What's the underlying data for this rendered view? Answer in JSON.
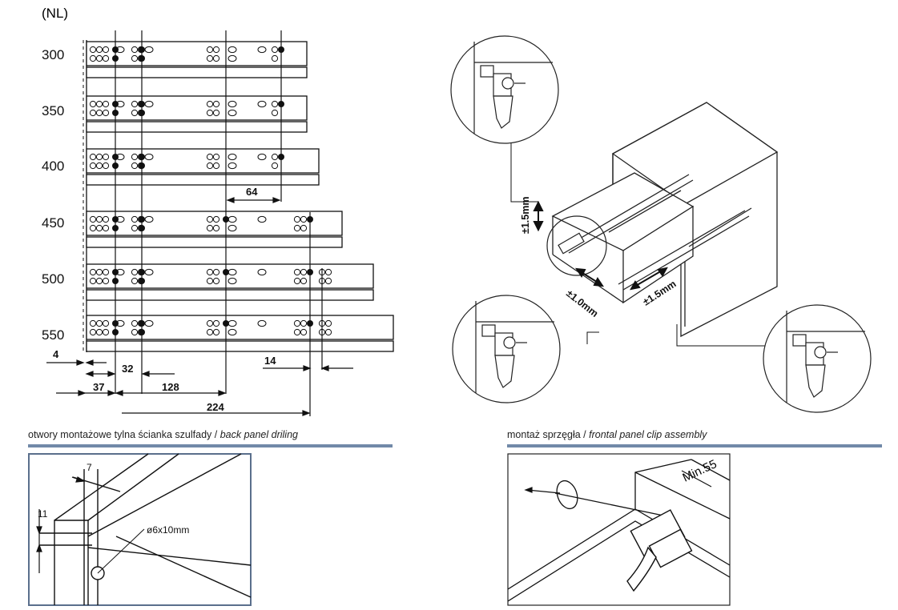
{
  "drilling": {
    "unit": "(NL)",
    "lengths": [
      "300",
      "350",
      "400",
      "450",
      "500",
      "550"
    ],
    "dims": {
      "d4": "4",
      "d32": "32",
      "d37": "37",
      "d128": "128",
      "d224": "224",
      "d64": "64",
      "d14": "14"
    }
  },
  "captions": {
    "back_panel": {
      "pl": "otwory montażowe tylna ścianka szulfady / ",
      "en": "back panel driling"
    },
    "frontal_clip": {
      "pl": "montaż sprzęgła / ",
      "en": "frontal panel clip assembly"
    }
  },
  "tolerances": {
    "vertical": "±1.5mm",
    "lateral": "±1.0mm",
    "depth": "±1.5mm"
  },
  "detail": {
    "edge_dim": "7",
    "height_dim": "11",
    "hole": "ø6x10mm"
  },
  "clip": {
    "min_label": "Min.55"
  },
  "colors": {
    "rule": "#7189a8",
    "line": "#111111"
  }
}
